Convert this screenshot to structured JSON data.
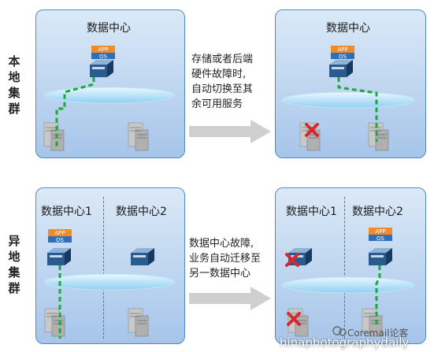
{
  "rows": [
    {
      "label": "本地集群",
      "description": [
        "存储或者后端",
        "硬件故障时,",
        "自动切换至其",
        "余可用服务"
      ],
      "before": {
        "titles": [
          "数据中心"
        ]
      },
      "after": {
        "titles": [
          "数据中心"
        ]
      }
    },
    {
      "label": "异地集群",
      "description": [
        "数据中心故障,",
        "业务自动迁移至",
        "另一数据中心"
      ],
      "before": {
        "titles": [
          "数据中心1",
          "数据中心2"
        ]
      },
      "after": {
        "titles": [
          "数据中心1",
          "数据中心2"
        ]
      }
    }
  ],
  "app_box": {
    "app": "APP",
    "os": "OS"
  },
  "watermark": {
    "brand": "Coremail论客",
    "site": "hinaphotographydaily"
  },
  "colors": {
    "link": "#1aaa3a",
    "panel_border": "#4f8cc6",
    "fail": "#d7282f",
    "arrow": "#c8c8c8"
  }
}
